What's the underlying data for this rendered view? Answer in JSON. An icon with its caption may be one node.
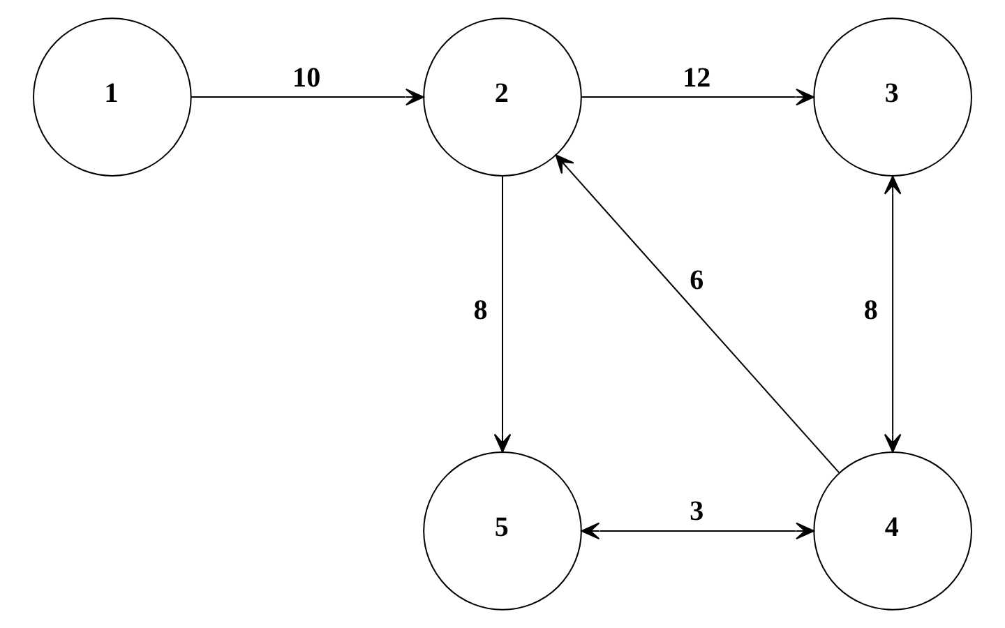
{
  "diagram": {
    "nodes": [
      {
        "text": [
          "1"
        ]
      },
      {
        "text": [
          "2"
        ]
      },
      {
        "text": [
          "3"
        ]
      },
      {
        "text": [
          "4"
        ]
      },
      {
        "text": [
          "5"
        ]
      }
    ],
    "edges": [
      {
        "from": 0,
        "to": 1,
        "arrow": "to",
        "label": "10"
      },
      {
        "from": 1,
        "to": 2,
        "arrow": "to",
        "label": "12"
      },
      {
        "from": 1,
        "to": 4,
        "arrow": "to",
        "label": "8"
      },
      {
        "from": 3,
        "to": 1,
        "arrow": "to",
        "label": "6"
      },
      {
        "from": 2,
        "to": 3,
        "arrow": "both",
        "label": "8"
      },
      {
        "from": 4,
        "to": 3,
        "arrow": "both",
        "label": "3"
      }
    ]
  }
}
